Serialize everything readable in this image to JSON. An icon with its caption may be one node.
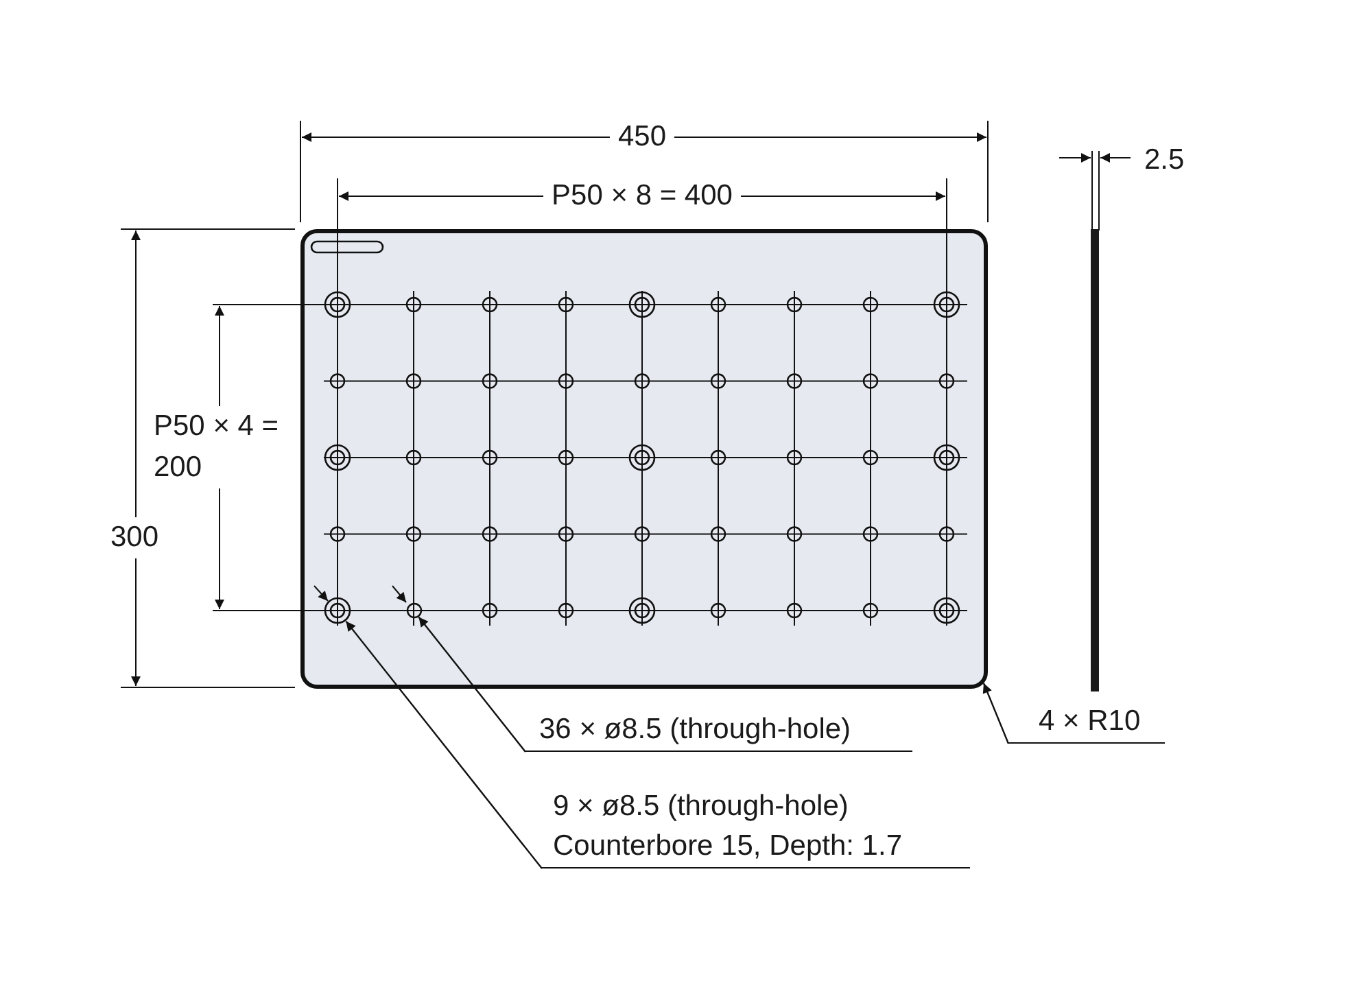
{
  "diagram": {
    "nodes": [
      {
        "text": [],
        "shape": "box"
      },
      {
        "text": [],
        "shape": "circle",
        "in": 0
      },
      {
        "text": [],
        "shape": "circle",
        "in": 0
      },
      {
        "text": [
          "36 × ø8.5 (through-hole)"
        ]
      },
      {
        "text": [
          "9 × ø8.5 (through-hole)",
          "Counterbore 15, Depth: 1.7"
        ]
      },
      {
        "text": [
          "4 × R10"
        ]
      }
    ],
    "edges": [
      {
        "from": 3,
        "to": 2,
        "arrow": "to"
      },
      {
        "from": 4,
        "to": 1,
        "arrow": "to"
      },
      {
        "from": 5,
        "to": 0,
        "arrow": "to"
      }
    ],
    "labels": [
      "450",
      "P50 × 8 = 400",
      "P50 × 4 = 200",
      "300",
      "2.5"
    ]
  }
}
